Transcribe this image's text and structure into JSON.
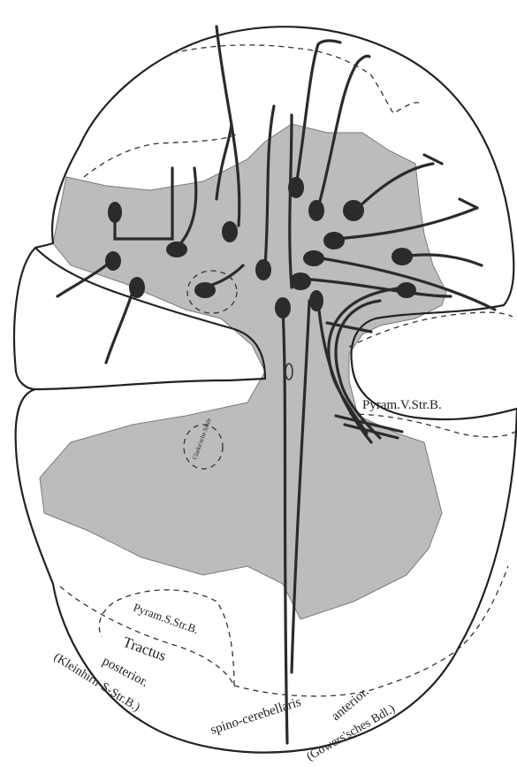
{
  "labels": {
    "pyram_v": "Pyram.V.Str.B.",
    "pyram_s": "Pyram.S.Str.B.",
    "tractus": "Tractus",
    "posterior": "posterior.",
    "kleinhirn": "(Kleinhirn-S-Str.B.)",
    "spino_cerebellaris": "spino-cerebellaris",
    "anterior": "anterior.",
    "gowers": "(Gowers'sches Bdl.)",
    "clarke": "Clarke'sche Säule"
  }
}
